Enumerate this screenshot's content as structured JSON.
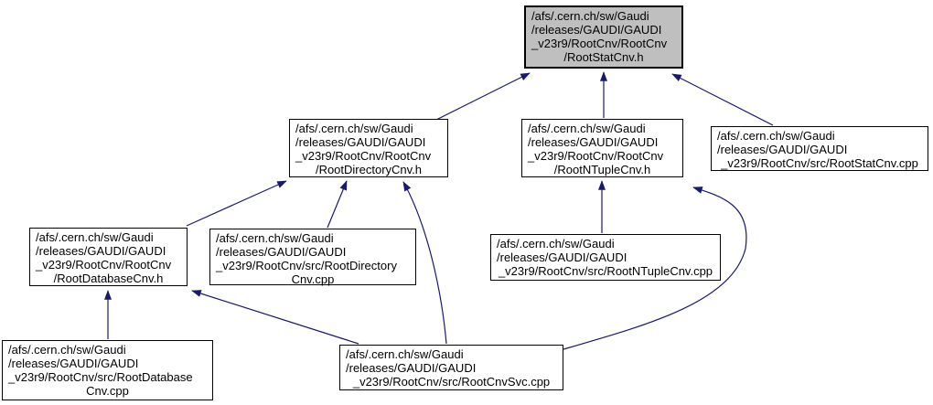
{
  "diagram": {
    "type": "include-dependency-graph",
    "nodes": [
      {
        "name": "RootStatCnv.h",
        "highlighted": true,
        "lines": [
          "/afs/.cern.ch/sw/Gaudi",
          "/releases/GAUDI/GAUDI",
          "_v23r9/RootCnv/RootCnv",
          "/RootStatCnv.h"
        ]
      },
      {
        "name": "RootDirectoryCnv.h",
        "highlighted": false,
        "lines": [
          "/afs/.cern.ch/sw/Gaudi",
          "/releases/GAUDI/GAUDI",
          "_v23r9/RootCnv/RootCnv",
          "/RootDirectoryCnv.h"
        ]
      },
      {
        "name": "RootNTupleCnv.h",
        "highlighted": false,
        "lines": [
          "/afs/.cern.ch/sw/Gaudi",
          "/releases/GAUDI/GAUDI",
          "_v23r9/RootCnv/RootCnv",
          "/RootNTupleCnv.h"
        ]
      },
      {
        "name": "RootStatCnv.cpp",
        "highlighted": false,
        "lines": [
          "/afs/.cern.ch/sw/Gaudi",
          "/releases/GAUDI/GAUDI",
          "_v23r9/RootCnv/src/RootStatCnv.cpp"
        ]
      },
      {
        "name": "RootDatabaseCnv.h",
        "highlighted": false,
        "lines": [
          "/afs/.cern.ch/sw/Gaudi",
          "/releases/GAUDI/GAUDI",
          "_v23r9/RootCnv/RootCnv",
          "/RootDatabaseCnv.h"
        ]
      },
      {
        "name": "RootDirectoryCnv.cpp",
        "highlighted": false,
        "lines": [
          "/afs/.cern.ch/sw/Gaudi",
          "/releases/GAUDI/GAUDI",
          "_v23r9/RootCnv/src/RootDirectory",
          "Cnv.cpp"
        ]
      },
      {
        "name": "RootNTupleCnv.cpp",
        "highlighted": false,
        "lines": [
          "/afs/.cern.ch/sw/Gaudi",
          "/releases/GAUDI/GAUDI",
          "_v23r9/RootCnv/src/RootNTupleCnv.cpp"
        ]
      },
      {
        "name": "RootDatabaseCnv.cpp",
        "highlighted": false,
        "lines": [
          "/afs/.cern.ch/sw/Gaudi",
          "/releases/GAUDI/GAUDI",
          "_v23r9/RootCnv/src/RootDatabase",
          "Cnv.cpp"
        ]
      },
      {
        "name": "RootCnvSvc.cpp",
        "highlighted": false,
        "lines": [
          "/afs/.cern.ch/sw/Gaudi",
          "/releases/GAUDI/GAUDI",
          "_v23r9/RootCnv/src/RootCnvSvc.cpp"
        ]
      }
    ],
    "edges": [
      {
        "from": "RootDirectoryCnv.h",
        "to": "RootStatCnv.h"
      },
      {
        "from": "RootNTupleCnv.h",
        "to": "RootStatCnv.h"
      },
      {
        "from": "RootStatCnv.cpp",
        "to": "RootStatCnv.h"
      },
      {
        "from": "RootDatabaseCnv.h",
        "to": "RootDirectoryCnv.h"
      },
      {
        "from": "RootDirectoryCnv.cpp",
        "to": "RootDirectoryCnv.h"
      },
      {
        "from": "RootCnvSvc.cpp",
        "to": "RootDirectoryCnv.h"
      },
      {
        "from": "RootNTupleCnv.cpp",
        "to": "RootNTupleCnv.h"
      },
      {
        "from": "RootCnvSvc.cpp",
        "to": "RootNTupleCnv.h"
      },
      {
        "from": "RootCnvSvc.cpp",
        "to": "RootDatabaseCnv.h"
      },
      {
        "from": "RootDatabaseCnv.cpp",
        "to": "RootDatabaseCnv.h"
      }
    ]
  },
  "colors": {
    "edge": "#191970",
    "node_border": "#000000",
    "highlight_fill": "#bfbfbf",
    "background": "#ffffff",
    "text": "#000000"
  }
}
